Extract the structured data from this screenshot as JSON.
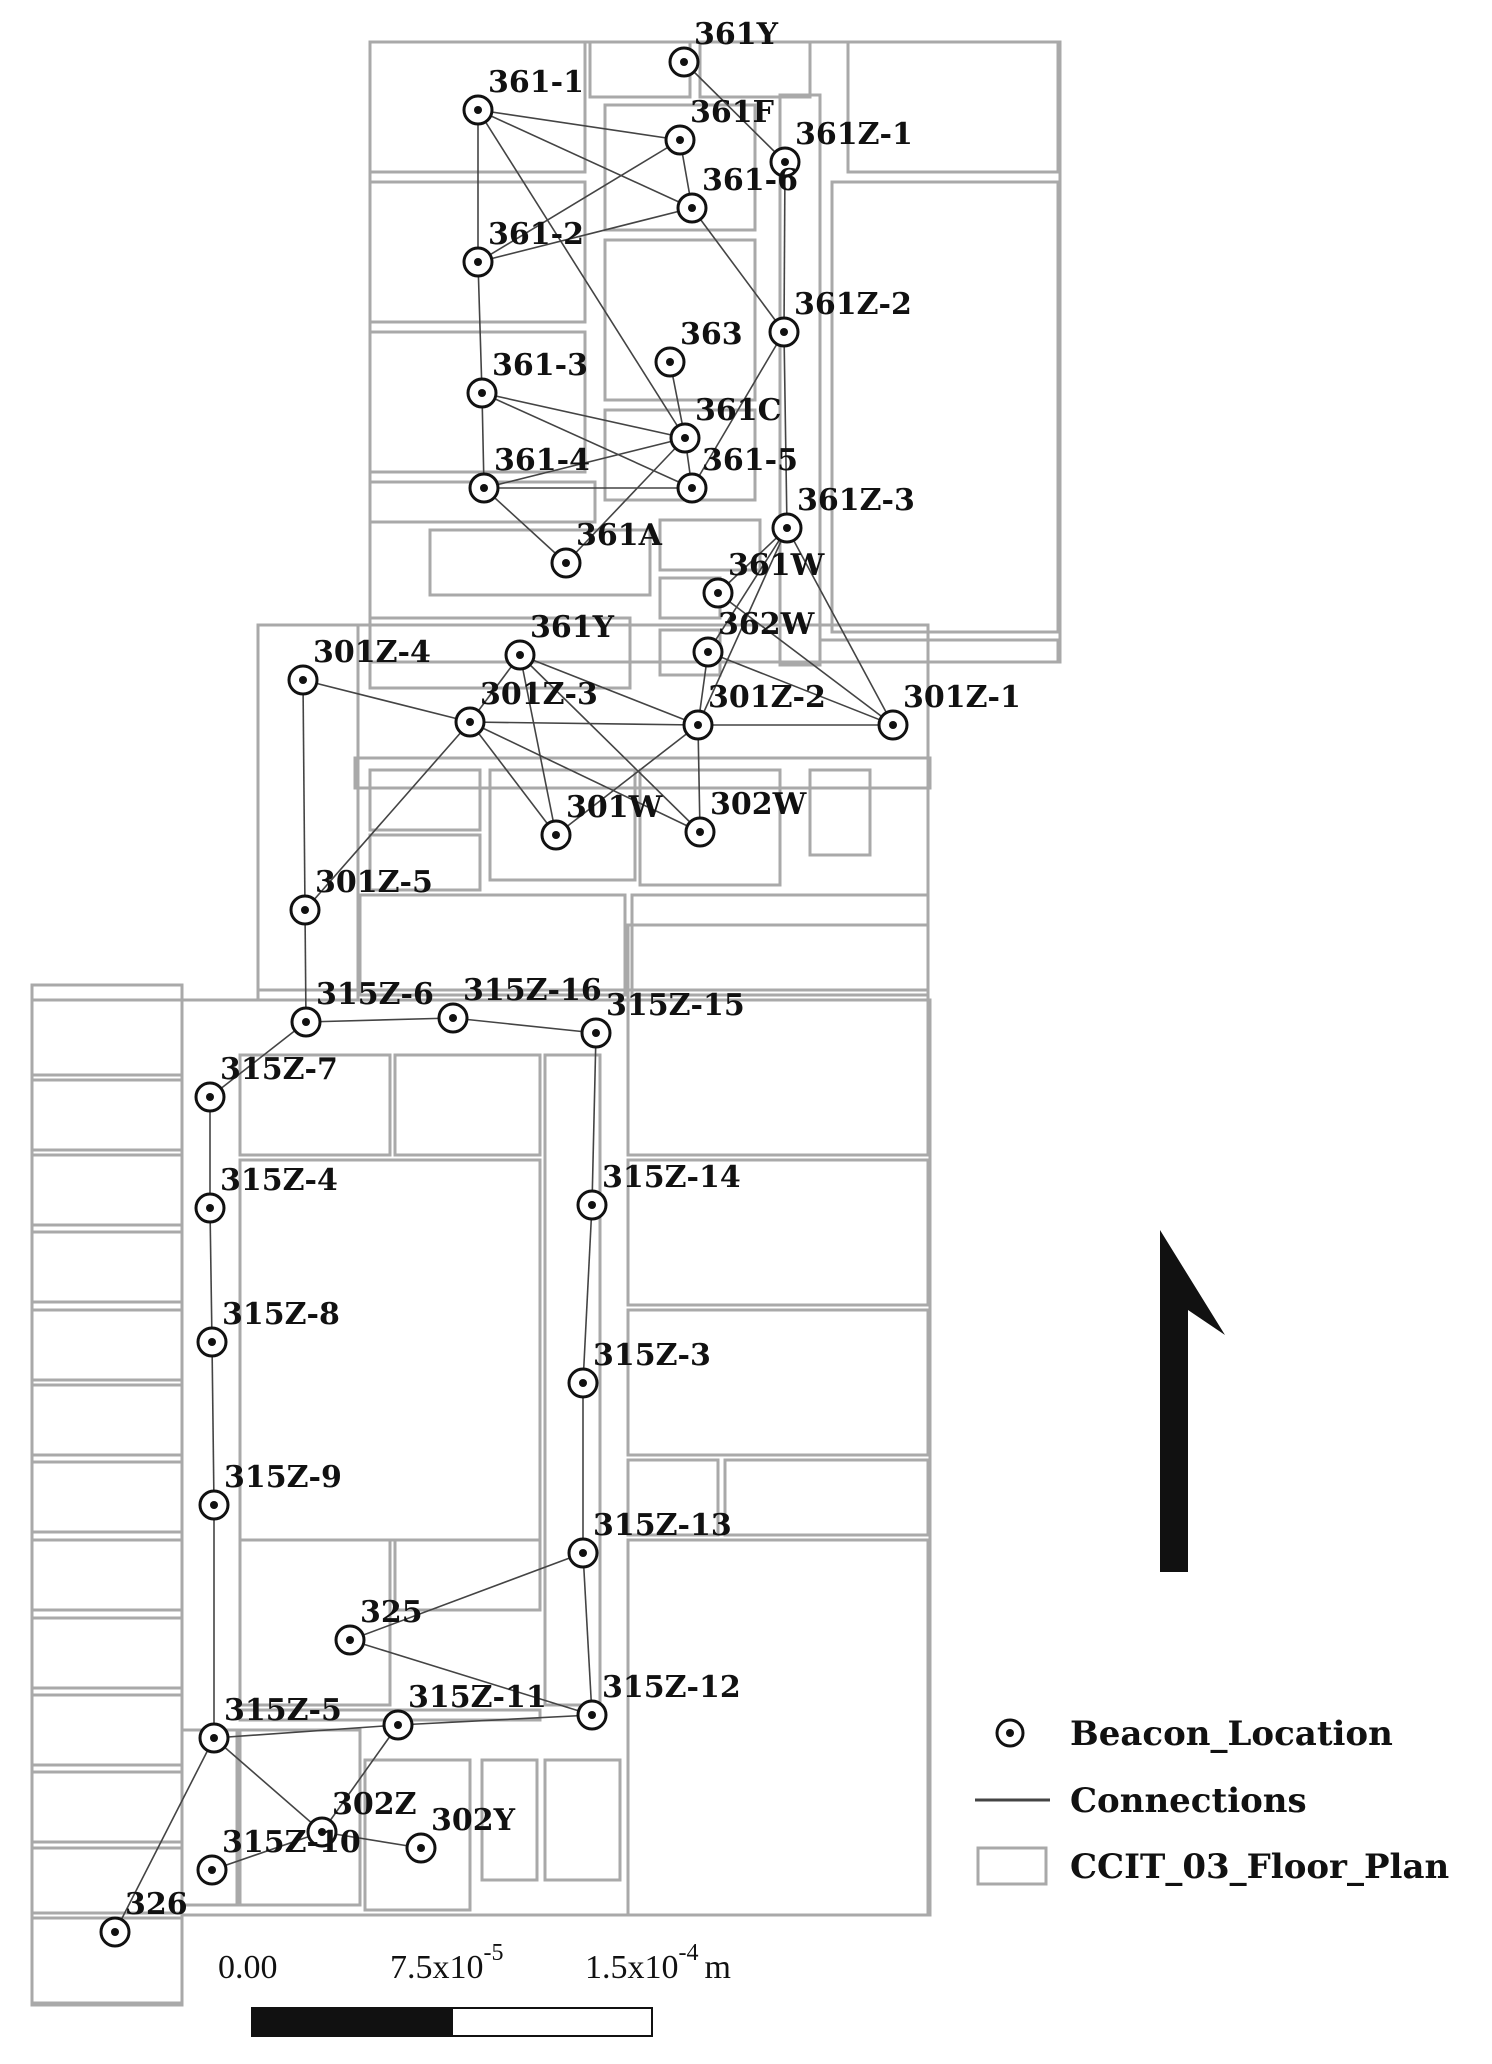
{
  "colors": {
    "floor_plan": "#a9a9a9",
    "connection": "#444444",
    "beacon": "#111111",
    "background": "#ffffff"
  },
  "beacons": [
    {
      "id": "361Y_top",
      "label": "361Y"
    },
    {
      "id": "361-1",
      "label": "361-1"
    },
    {
      "id": "361F",
      "label": "361F"
    },
    {
      "id": "361Z-1",
      "label": "361Z-1"
    },
    {
      "id": "361-6",
      "label": "361-6"
    },
    {
      "id": "361-2",
      "label": "361-2"
    },
    {
      "id": "361Z-2",
      "label": "361Z-2"
    },
    {
      "id": "363",
      "label": "363"
    },
    {
      "id": "361-3",
      "label": "361-3"
    },
    {
      "id": "361C",
      "label": "361C"
    },
    {
      "id": "361-4",
      "label": "361-4"
    },
    {
      "id": "361-5",
      "label": "361-5"
    },
    {
      "id": "361Z-3",
      "label": "361Z-3"
    },
    {
      "id": "361A",
      "label": "361A"
    },
    {
      "id": "361W",
      "label": "361W"
    },
    {
      "id": "362W",
      "label": "362W"
    },
    {
      "id": "361Y_mid",
      "label": "361Y"
    },
    {
      "id": "301Z-4",
      "label": "301Z-4"
    },
    {
      "id": "301Z-3",
      "label": "301Z-3"
    },
    {
      "id": "301Z-2",
      "label": "301Z-2"
    },
    {
      "id": "301Z-1",
      "label": "301Z-1"
    },
    {
      "id": "301W",
      "label": "301W"
    },
    {
      "id": "302W",
      "label": "302W"
    },
    {
      "id": "301Z-5",
      "label": "301Z-5"
    },
    {
      "id": "315Z-6",
      "label": "315Z-6"
    },
    {
      "id": "315Z-16",
      "label": "315Z-16"
    },
    {
      "id": "315Z-15",
      "label": "315Z-15"
    },
    {
      "id": "315Z-7",
      "label": "315Z-7"
    },
    {
      "id": "315Z-4",
      "label": "315Z-4"
    },
    {
      "id": "315Z-14",
      "label": "315Z-14"
    },
    {
      "id": "315Z-8",
      "label": "315Z-8"
    },
    {
      "id": "315Z-3",
      "label": "315Z-3"
    },
    {
      "id": "315Z-9",
      "label": "315Z-9"
    },
    {
      "id": "315Z-13",
      "label": "315Z-13"
    },
    {
      "id": "325",
      "label": "325"
    },
    {
      "id": "315Z-12",
      "label": "315Z-12"
    },
    {
      "id": "315Z-5",
      "label": "315Z-5"
    },
    {
      "id": "315Z-11",
      "label": "315Z-11"
    },
    {
      "id": "302Z",
      "label": "302Z"
    },
    {
      "id": "302Y",
      "label": "302Y"
    },
    {
      "id": "315Z-10",
      "label": "315Z-10"
    },
    {
      "id": "326",
      "label": "326"
    }
  ],
  "connections": [
    [
      "361Y_top",
      "361Z-1"
    ],
    [
      "361-1",
      "361F"
    ],
    [
      "361-1",
      "361-6"
    ],
    [
      "361-1",
      "361-2"
    ],
    [
      "361-1",
      "361C"
    ],
    [
      "361F",
      "361-2"
    ],
    [
      "361F",
      "361-6"
    ],
    [
      "361-2",
      "361-6"
    ],
    [
      "361-2",
      "361-3"
    ],
    [
      "361Z-1",
      "361Z-2"
    ],
    [
      "361-6",
      "361Z-2"
    ],
    [
      "361Z-2",
      "361-5"
    ],
    [
      "361Z-2",
      "361Z-3"
    ],
    [
      "363",
      "361C"
    ],
    [
      "361-3",
      "361C"
    ],
    [
      "361-3",
      "361-5"
    ],
    [
      "361-3",
      "361-4"
    ],
    [
      "361-4",
      "361C"
    ],
    [
      "361-4",
      "361-5"
    ],
    [
      "361-4",
      "361A"
    ],
    [
      "361C",
      "361-5"
    ],
    [
      "361C",
      "361A"
    ],
    [
      "361Z-3",
      "361W"
    ],
    [
      "361Z-3",
      "362W"
    ],
    [
      "361Z-3",
      "301Z-2"
    ],
    [
      "361Z-3",
      "301Z-1"
    ],
    [
      "361W",
      "301Z-1"
    ],
    [
      "362W",
      "301Z-1"
    ],
    [
      "362W",
      "301Z-2"
    ],
    [
      "361Y_mid",
      "301Z-3"
    ],
    [
      "361Y_mid",
      "301Z-2"
    ],
    [
      "361Y_mid",
      "301W"
    ],
    [
      "361Y_mid",
      "302W"
    ],
    [
      "301Z-4",
      "301Z-3"
    ],
    [
      "301Z-4",
      "301Z-5"
    ],
    [
      "301Z-3",
      "301Z-2"
    ],
    [
      "301Z-3",
      "301W"
    ],
    [
      "301Z-3",
      "302W"
    ],
    [
      "301Z-3",
      "301Z-5"
    ],
    [
      "301Z-2",
      "301Z-1"
    ],
    [
      "301Z-2",
      "301W"
    ],
    [
      "301Z-2",
      "302W"
    ],
    [
      "301Z-5",
      "315Z-6"
    ],
    [
      "315Z-6",
      "315Z-16"
    ],
    [
      "315Z-16",
      "315Z-15"
    ],
    [
      "315Z-6",
      "315Z-7"
    ],
    [
      "315Z-15",
      "315Z-14"
    ],
    [
      "315Z-7",
      "315Z-4"
    ],
    [
      "315Z-14",
      "315Z-3"
    ],
    [
      "315Z-4",
      "315Z-8"
    ],
    [
      "315Z-8",
      "315Z-9"
    ],
    [
      "315Z-3",
      "315Z-13"
    ],
    [
      "315Z-13",
      "325"
    ],
    [
      "315Z-13",
      "315Z-12"
    ],
    [
      "325",
      "315Z-12"
    ],
    [
      "315Z-9",
      "315Z-5"
    ],
    [
      "315Z-5",
      "315Z-11"
    ],
    [
      "315Z-11",
      "315Z-12"
    ],
    [
      "315Z-5",
      "302Z"
    ],
    [
      "315Z-5",
      "326"
    ],
    [
      "315Z-11",
      "302Z"
    ],
    [
      "302Z",
      "302Y"
    ],
    [
      "302Z",
      "315Z-10"
    ]
  ],
  "legend": {
    "beacon": "Beacon_Location",
    "connections": "Connections",
    "floor_plan": "CCIT_03_Floor_Plan"
  },
  "scale_bar": {
    "tick_0": "0.00",
    "tick_1_mantissa": "7.5x10",
    "tick_1_exponent": "-5",
    "tick_2_mantissa": "1.5x10",
    "tick_2_exponent": "-4",
    "unit": "m"
  },
  "north_arrow": {
    "icon": "north-arrow-icon"
  }
}
